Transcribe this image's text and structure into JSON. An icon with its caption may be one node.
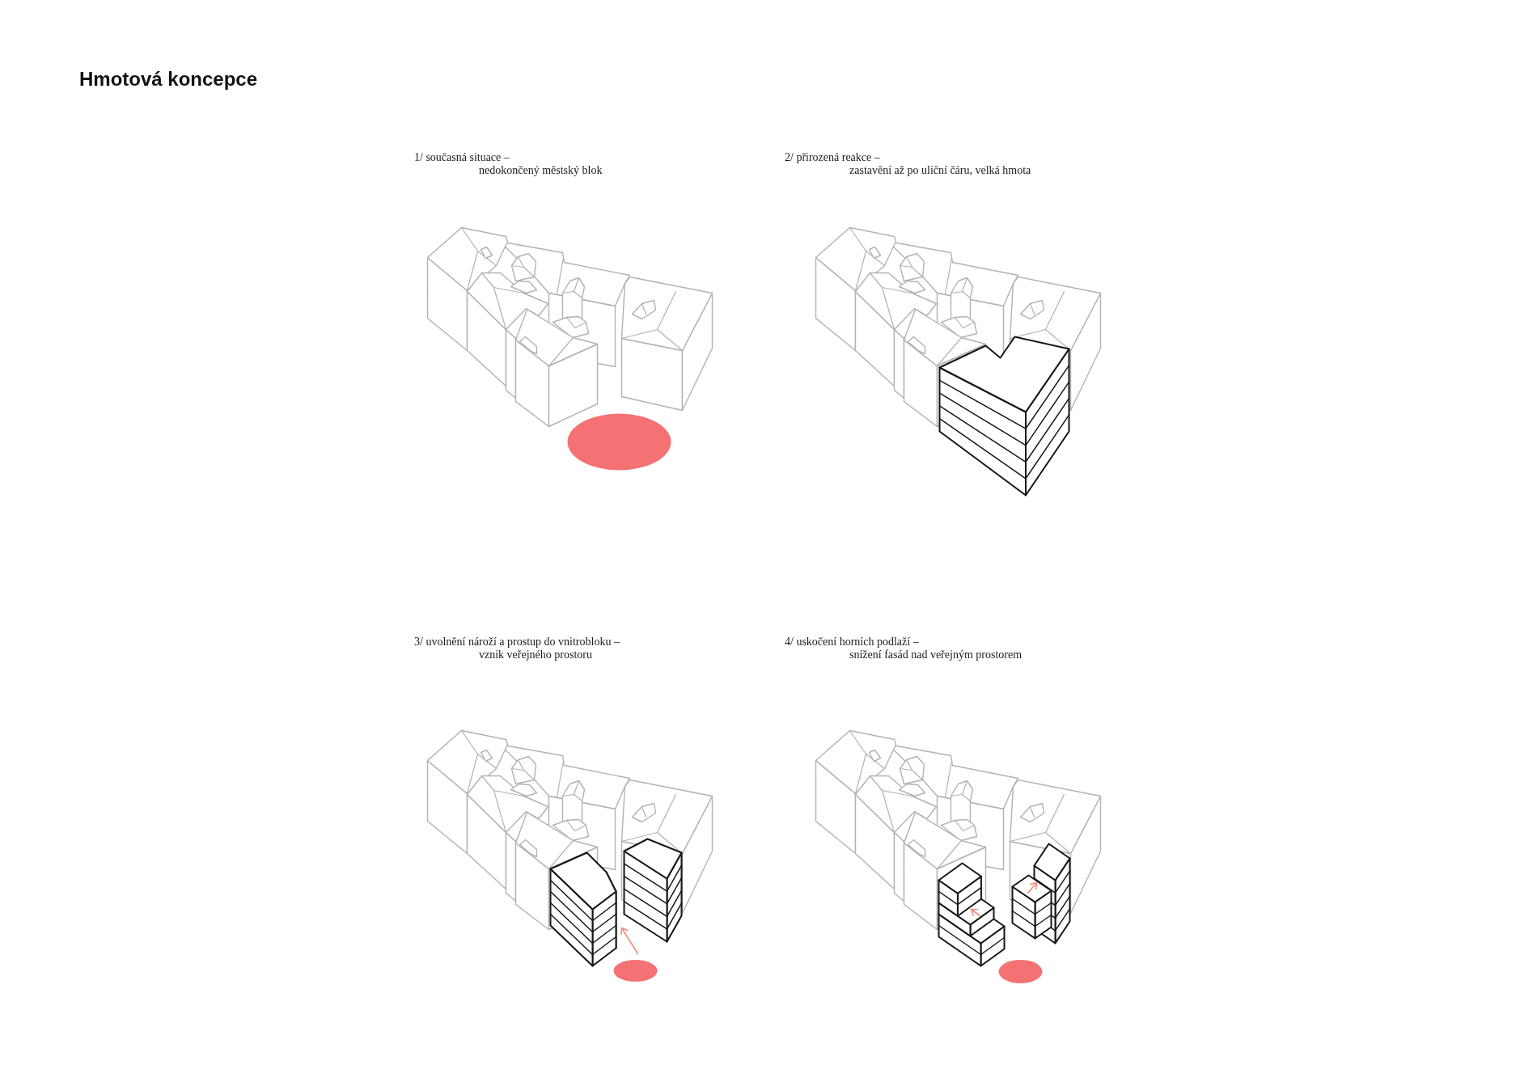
{
  "diagram": {
    "title": "Hmotová koncepce",
    "labels": [
      "1/ současná situace – nedokončený městský blok",
      "2/ přirozená reakce – zastavění až po uliční čáru, velká hmota",
      "3/ uvolnění nároží a prostup do vnitrobloku – vznik veřejného prostoru",
      "4/ uskočení horních podlaží – snížení fasád nad veřejným prostorem"
    ]
  }
}
